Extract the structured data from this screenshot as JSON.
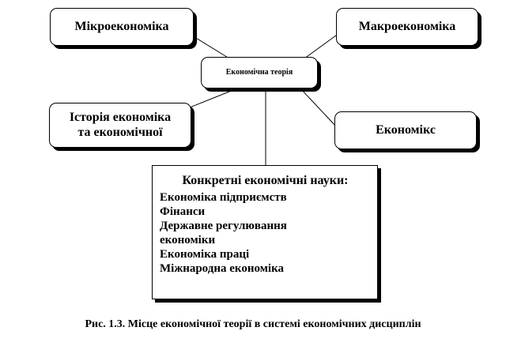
{
  "nodes": {
    "microeconomics": "Мікроекономіка",
    "macroeconomics": "Макроекономіка",
    "economic_theory": "Економічна теорія",
    "history_line1": "Історія економіка",
    "history_line2": "та економічної",
    "economics": "Економікс"
  },
  "concrete_sciences": {
    "title": "Конкретні економічні науки:",
    "items": [
      "Економіка підприємств",
      "Фінанси",
      "Державне регулювання",
      "економіки",
      "Економіка праці",
      "Міжнародна економіка"
    ]
  },
  "caption": "Рис. 1.3. Місце економічної теорії в системі економічних дисциплін"
}
